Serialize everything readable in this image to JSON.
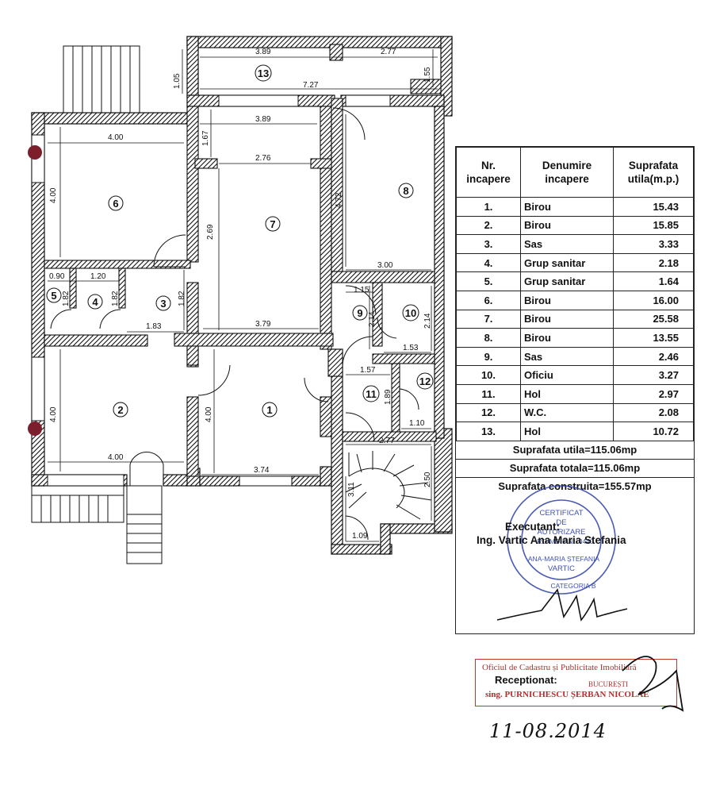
{
  "plan": {
    "dimensions": {
      "top_left": "3.89",
      "top_right": "2.77",
      "top_h1": "1.05",
      "top_h2": "1.55",
      "top_total": "7.27",
      "r7_top": "3.89",
      "r7_h_top": "1.67",
      "r7_inner": "2.76",
      "r7_h": "2.69",
      "r7_bottom": "3.79",
      "r6_w": "4.00",
      "r6_h": "4.00",
      "r8_h": "4.72",
      "r8_bottom": "3.00",
      "r5_w": "0.90",
      "r4_w": "1.20",
      "r5_h": "1.82",
      "r4_h": "1.82",
      "r3_h": "1.82",
      "r3_w": "1.83",
      "r9_w": "1.15",
      "r9_h": "2.14",
      "r10_h": "2.14",
      "r10_w": "1.53",
      "r11_w": "1.57",
      "r11_h": "1.89",
      "r12_w": "1.10",
      "r2_w": "4.00",
      "r2_h": "4.00",
      "r1_h": "4.00",
      "r1_w": "3.74",
      "stair_w": "2.77",
      "stair_h": "2.50",
      "stair_h2": "3.11",
      "stair_w2": "1.09"
    },
    "room_numbers": [
      "1",
      "2",
      "3",
      "4",
      "5",
      "6",
      "7",
      "8",
      "9",
      "10",
      "11",
      "12",
      "13"
    ]
  },
  "legend": {
    "headers": {
      "nr": "Nr. incapere",
      "name": "Denumire incapere",
      "area": "Suprafata utila(m.p.)"
    },
    "rows": [
      {
        "nr": "1.",
        "name": "Birou",
        "area": "15.43"
      },
      {
        "nr": "2.",
        "name": "Birou",
        "area": "15.85"
      },
      {
        "nr": "3.",
        "name": "Sas",
        "area": "3.33"
      },
      {
        "nr": "4.",
        "name": "Grup sanitar",
        "area": "2.18"
      },
      {
        "nr": "5.",
        "name": "Grup sanitar",
        "area": "1.64"
      },
      {
        "nr": "6.",
        "name": "Birou",
        "area": "16.00"
      },
      {
        "nr": "7.",
        "name": "Birou",
        "area": "25.58"
      },
      {
        "nr": "8.",
        "name": "Birou",
        "area": "13.55"
      },
      {
        "nr": "9.",
        "name": "Sas",
        "area": "2.46"
      },
      {
        "nr": "10.",
        "name": "Oficiu",
        "area": "3.27"
      },
      {
        "nr": "11.",
        "name": "Hol",
        "area": "2.97"
      },
      {
        "nr": "12.",
        "name": "W.C.",
        "area": "2.08"
      },
      {
        "nr": "13.",
        "name": "Hol",
        "area": "10.72"
      }
    ],
    "totals": {
      "utila": "Suprafata utila=115.06mp",
      "totala": "Suprafata totala=115.06mp",
      "construita": "Suprafata construita=155.57mp"
    },
    "executant_label": "Executant:",
    "executant_name": "Ing. Vartic Ana Maria Stefania",
    "stamp": {
      "line1": "CERTIFICAT",
      "line2": "DE",
      "line3": "AUTORIZARE",
      "line4": "RO-MD-F Nr. 0440",
      "line5": "ANA-MARIA ȘTEFANIA",
      "line6": "VARTIC",
      "line7": "CATEGORIA B",
      "color": "#2b3fa8"
    },
    "ocpi": {
      "office": "Oficiul de Cadastru și Publicitate Imobiliară",
      "receptionat": "Receptionat:",
      "city": "BUCUREȘTI",
      "signer": "sing. PURNICHESCU ȘERBAN NICOLAE",
      "color": "#c0392b"
    },
    "date": "11-08.2014"
  }
}
